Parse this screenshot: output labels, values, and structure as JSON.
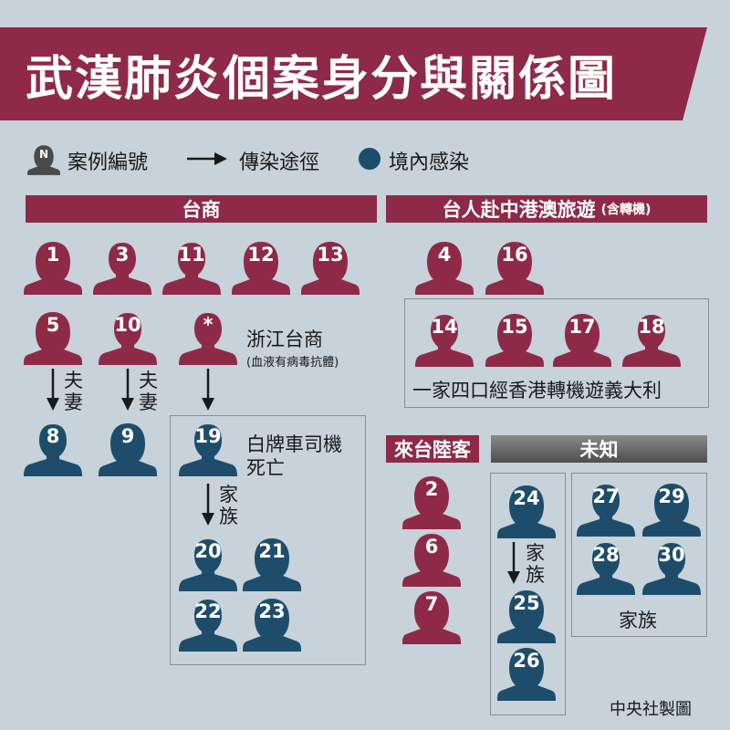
{
  "title": "武漢肺炎個案身分與關係圖",
  "legend": {
    "case_marker": "N",
    "case_label": "案例編號",
    "arrow_label": "傳染途徑",
    "local_label": "境內感染"
  },
  "colors": {
    "imported": "#8e2a47",
    "local": "#1e4d6b",
    "unknown_bar": "#5c5c5c",
    "background": "#c7d2da"
  },
  "sections": {
    "taishang": "台商",
    "travel": "台人赴中港澳旅遊",
    "travel_note": "(含轉機)",
    "mainland": "來台陸客",
    "unknown": "未知"
  },
  "cases": {
    "c1": "1",
    "c3": "3",
    "c11": "11",
    "c12": "12",
    "c13": "13",
    "c5": "5",
    "c10": "10",
    "cstar": "*",
    "c8": "8",
    "c9": "9",
    "c19": "19",
    "c20": "20",
    "c21": "21",
    "c22": "22",
    "c23": "23",
    "c4": "4",
    "c16": "16",
    "c14": "14",
    "c15": "15",
    "c17": "17",
    "c18": "18",
    "c2": "2",
    "c6": "6",
    "c7": "7",
    "c24": "24",
    "c25": "25",
    "c26": "26",
    "c27": "27",
    "c29": "29",
    "c28": "28",
    "c30": "30"
  },
  "labels": {
    "zhejiang": "浙江台商",
    "zhejiang_note": "(血液有病毒抗體)",
    "spouse": "夫妻",
    "driver_line1": "白牌車司機",
    "driver_line2": "死亡",
    "family": "家族",
    "family_of_four": "一家四口經香港轉機遊義大利",
    "credit": "中央社製圖"
  }
}
